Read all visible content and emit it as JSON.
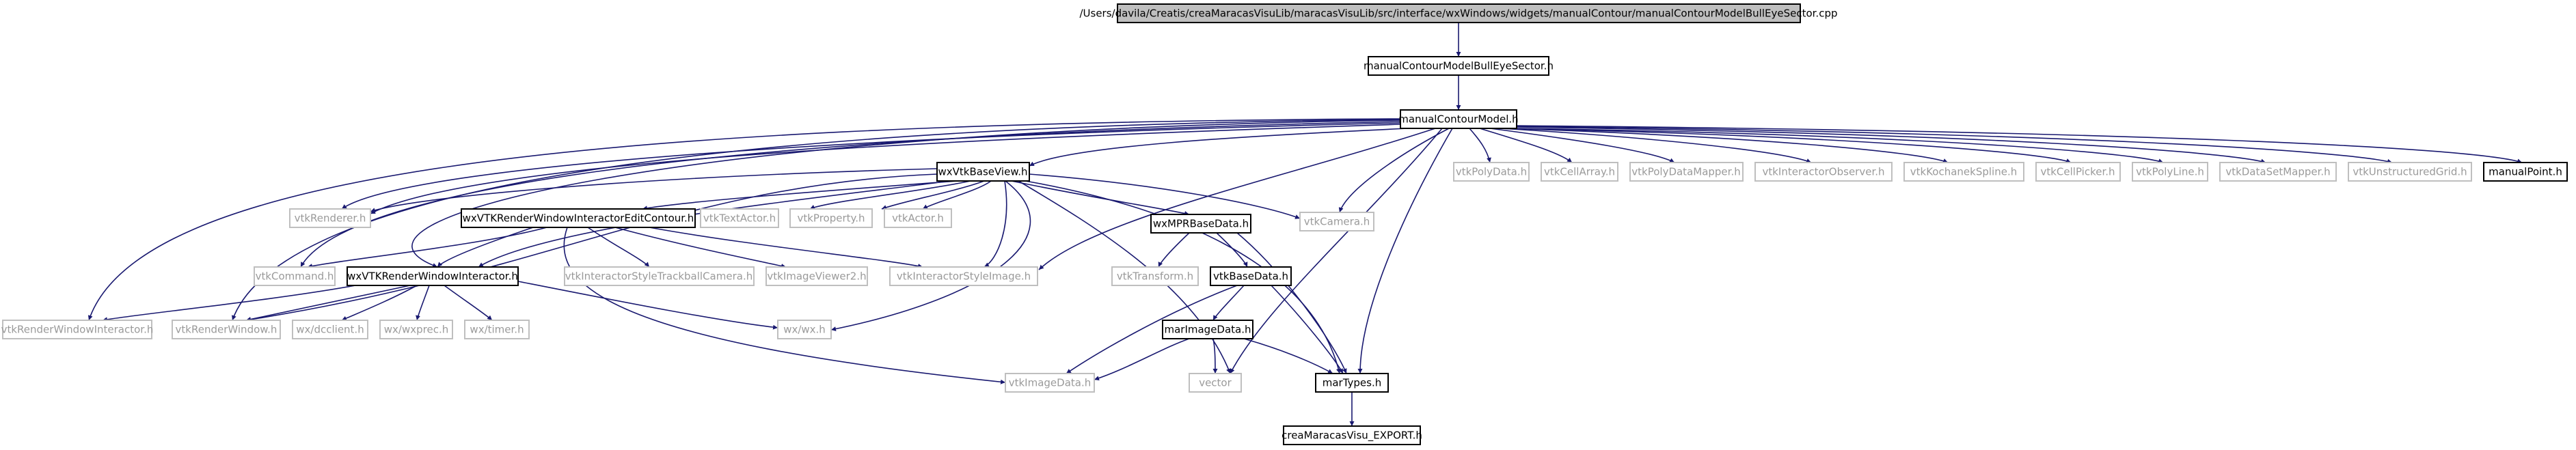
{
  "colors": {
    "edge": "#191970",
    "documented_border": "#000000",
    "external_border": "#bfbfbf",
    "root_fill": "#bfbfbf"
  },
  "nodes": {
    "root": "/Users/davila/Creatis/creaMaracasVisuLib/maracasVisuLib/src/interface/wxWindows/widgets/manualContour/manualContourModelBullEyeSector.cpp",
    "bulleye_h": "manualContourModelBullEyeSector.h",
    "model_h": "manualContourModel.h",
    "basev_h": "wxVtkBaseView.h",
    "polydata": "vtkPolyData.h",
    "cellarray": "vtkCellArray.h",
    "polymapper": "vtkPolyDataMapper.h",
    "interobs": "vtkInteractorObserver.h",
    "kochanek": "vtkKochanekSpline.h",
    "cellpicker": "vtkCellPicker.h",
    "polyline": "vtkPolyLine.h",
    "dsmapper": "vtkDataSetMapper.h",
    "ugrid": "vtkUnstructuredGrid.h",
    "manualpoint": "manualPoint.h",
    "renderer": "vtkRenderer.h",
    "editcontour": "wxVTKRenderWindowInteractorEditContour.h",
    "textactor": "vtkTextActor.h",
    "property": "vtkProperty.h",
    "actor": "vtkActor.h",
    "mpr": "wxMPRBaseData.h",
    "camera": "vtkCamera.h",
    "command": "vtkCommand.h",
    "wxrwi": "wxVTKRenderWindowInteractor.h",
    "trackball": "vtkInteractorStyleTrackballCamera.h",
    "viewer2": "vtkImageViewer2.h",
    "styleimage": "vtkInteractorStyleImage.h",
    "transform": "vtkTransform.h",
    "basedata": "vtkBaseData.h",
    "vtkrwi": "vtkRenderWindowInteractor.h",
    "renderwin": "vtkRenderWindow.h",
    "dcclient": "wx/dcclient.h",
    "wxprec": "wx/wxprec.h",
    "timer": "wx/timer.h",
    "wxwx": "wx/wx.h",
    "marimage": "marImageData.h",
    "imagedata": "vtkImageData.h",
    "vector": "vector",
    "martypes": "marTypes.h",
    "export": "creaMaracasVisu_EXPORT.h"
  }
}
